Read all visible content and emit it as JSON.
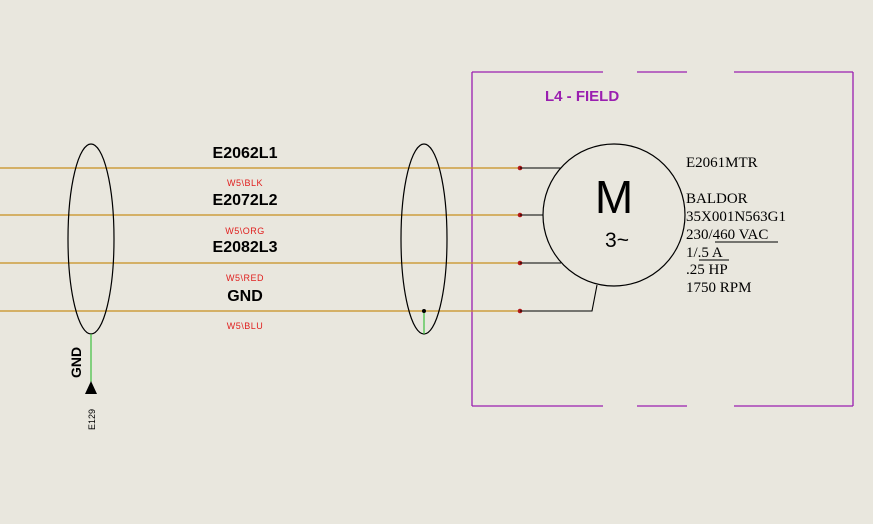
{
  "field_box": {
    "title": "L4 - FIELD",
    "border_color": "#9a1fb0"
  },
  "wires": [
    {
      "label": "E2062L1",
      "color_code": "W5\\BLK"
    },
    {
      "label": "E2072L2",
      "color_code": "W5\\ORG"
    },
    {
      "label": "E2082L3",
      "color_code": "W5\\RED"
    },
    {
      "label": "GND",
      "color_code": "W5\\BLU"
    }
  ],
  "wire_color": "#c8901e",
  "motor": {
    "symbol": "M",
    "phase": "3~",
    "tag": "E2061MTR",
    "specs": {
      "manufacturer": "BALDOR",
      "model": "35X001N563G1",
      "voltage_prefix": "230/",
      "voltage_main": "460 VAC",
      "current_prefix": "1/",
      "current_main": ".5 A",
      "power": ".25 HP",
      "speed": "1750 RPM"
    }
  },
  "ground": {
    "label": "GND",
    "ref": "E129",
    "line_color": "#3ec23e"
  },
  "terminal_color": "#b01a1a"
}
